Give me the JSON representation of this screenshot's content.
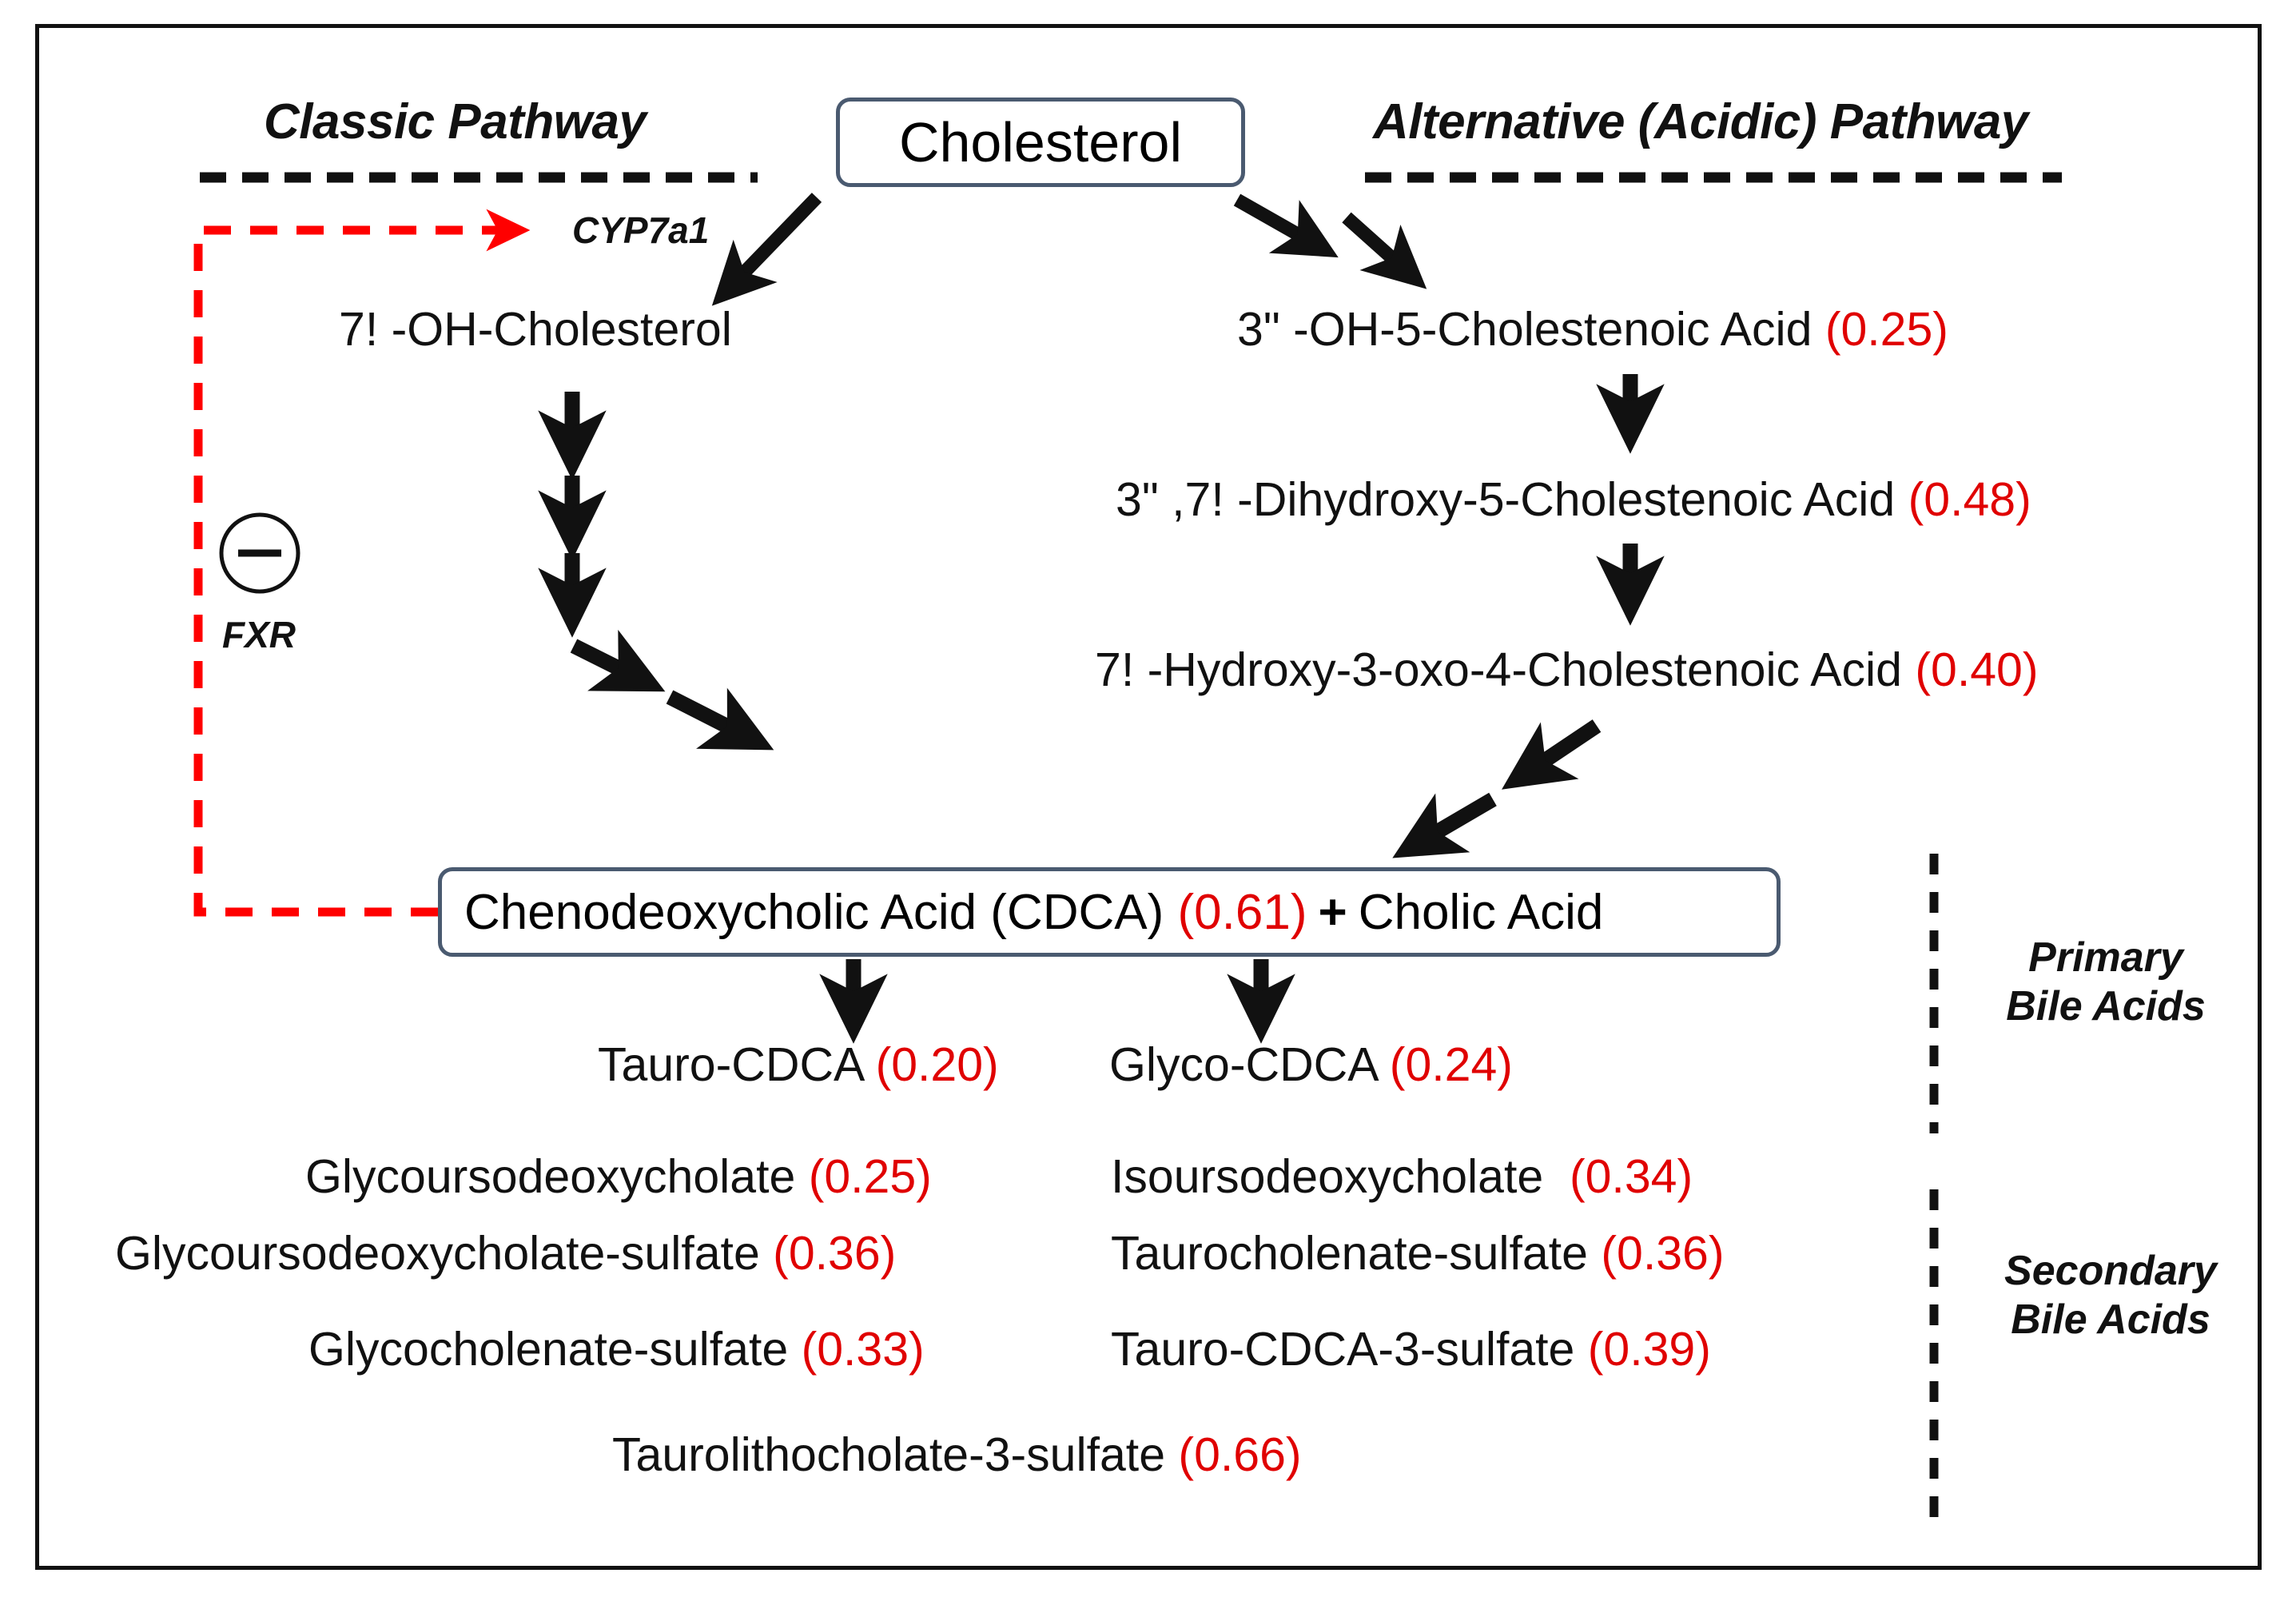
{
  "figure": {
    "type": "pathway-diagram",
    "title": "Bile acid synthesis pathway"
  },
  "colors": {
    "value_red": "#e00000",
    "node_border": "#4a5a70",
    "frame": "#111111",
    "feedback_line": "#ff0000"
  },
  "pathways": {
    "classic": {
      "title": "Classic Pathway"
    },
    "alternative": {
      "title": "Alternative (Acidic) Pathway"
    }
  },
  "enzyme": {
    "cyp7a1": "CYP7a1"
  },
  "regulator": {
    "name": "FXR",
    "sign": "−"
  },
  "nodes": {
    "cholesterol": {
      "name": "Cholesterol"
    },
    "oh_cholesterol": {
      "name": "7! -OH-Cholesterol"
    },
    "cholestenoic_3oh": {
      "name": "3\" -OH-5-Cholestenoic Acid",
      "value": "(0.25)"
    },
    "dihydroxy_cholestenoic": {
      "name": "3\" ,7! -Dihydroxy-5-Cholestenoic Acid",
      "value": "(0.48)"
    },
    "hydroxy_oxo_cholestenoic": {
      "name": "7! -Hydroxy-3-oxo-4-Cholestenoic Acid",
      "value": "(0.40)"
    },
    "cdca": {
      "name": "Chenodeoxycholic Acid (CDCA)",
      "value": "(0.61)",
      "plus": "+",
      "partner": "Cholic Acid"
    }
  },
  "primary_bile_acids": {
    "group_label": "Primary\nBile Acids",
    "items": [
      {
        "name": "Tauro-CDCA",
        "value": "(0.20)"
      },
      {
        "name": "Glyco-CDCA",
        "value": "(0.24)"
      }
    ]
  },
  "secondary_bile_acids": {
    "group_label": "Secondary\nBile Acids",
    "items": [
      {
        "name": "Glycoursodeoxycholate",
        "value": "(0.25)"
      },
      {
        "name": "Isoursodeoxycholate",
        "value": "(0.34)"
      },
      {
        "name": "Glycoursodeoxycholate-sulfate",
        "value": "(0.36)"
      },
      {
        "name": "Taurocholenate-sulfate",
        "value": "(0.36)"
      },
      {
        "name": "Glycocholenate-sulfate",
        "value": "(0.33)"
      },
      {
        "name": "Tauro-CDCA-3-sulfate",
        "value": "(0.39)"
      },
      {
        "name": "Taurolithocholate-3-sulfate",
        "value": "(0.66)"
      }
    ]
  }
}
